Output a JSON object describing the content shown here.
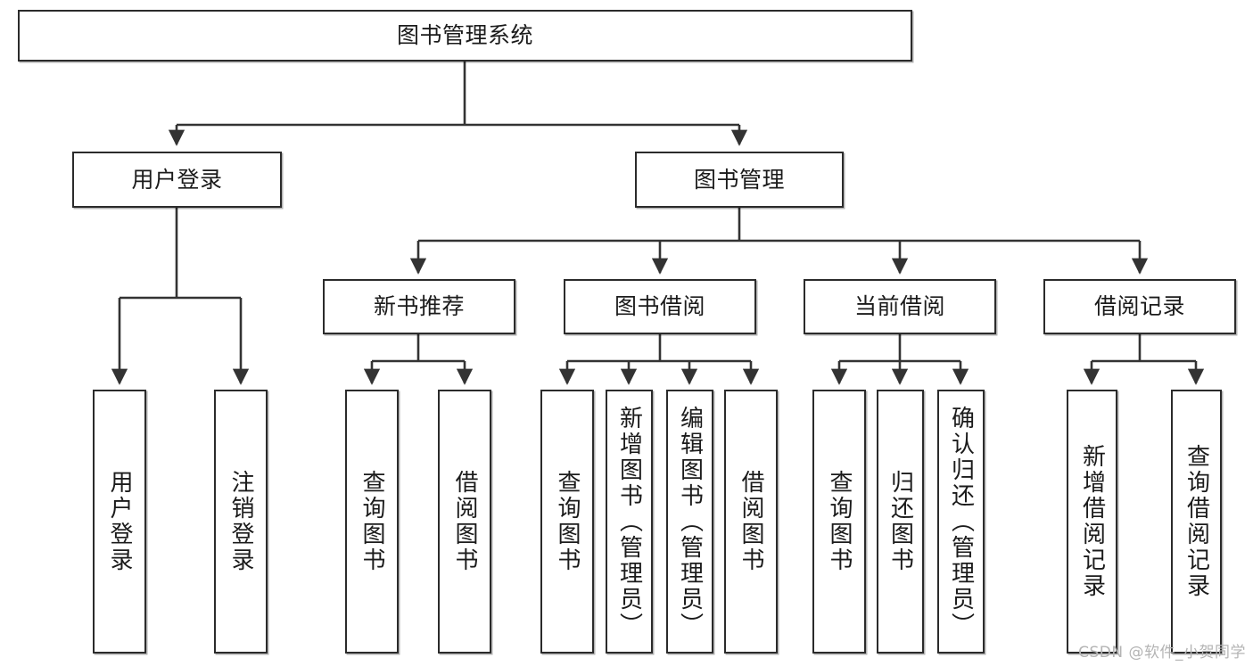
{
  "diagram": {
    "type": "tree",
    "title": "图书管理系统",
    "orientation": "top-down",
    "colors": {
      "box_border": "#2b2b2b",
      "box_fill": "#ffffff",
      "edge": "#333333",
      "text": "#1b1b1b",
      "watermark": "#b4b4b4",
      "background": "#ffffff"
    },
    "nodes": {
      "root": {
        "label": "图书管理系统"
      },
      "level2": [
        {
          "label": "用户登录"
        },
        {
          "label": "图书管理"
        }
      ],
      "level3": [
        {
          "label": "新书推荐"
        },
        {
          "label": "图书借阅"
        },
        {
          "label": "当前借阅"
        },
        {
          "label": "借阅记录"
        }
      ],
      "leaves": {
        "user_login": [
          {
            "label": "用户登录"
          },
          {
            "label": "注销登录"
          }
        ],
        "new_book": [
          {
            "label": "查询图书"
          },
          {
            "label": "借阅图书"
          }
        ],
        "book_borrow": [
          {
            "label": "查询图书"
          },
          {
            "label": "新增图书（管理员）"
          },
          {
            "label": "编辑图书（管理员）"
          },
          {
            "label": "借阅图书"
          }
        ],
        "current_borrow": [
          {
            "label": "查询图书"
          },
          {
            "label": "归还图书"
          },
          {
            "label": "确认归还（管理员）"
          }
        ],
        "borrow_record": [
          {
            "label": "新增借阅记录"
          },
          {
            "label": "查询借阅记录"
          }
        ]
      }
    }
  },
  "watermark": {
    "text": "CSDN @软件_小贺同学"
  }
}
